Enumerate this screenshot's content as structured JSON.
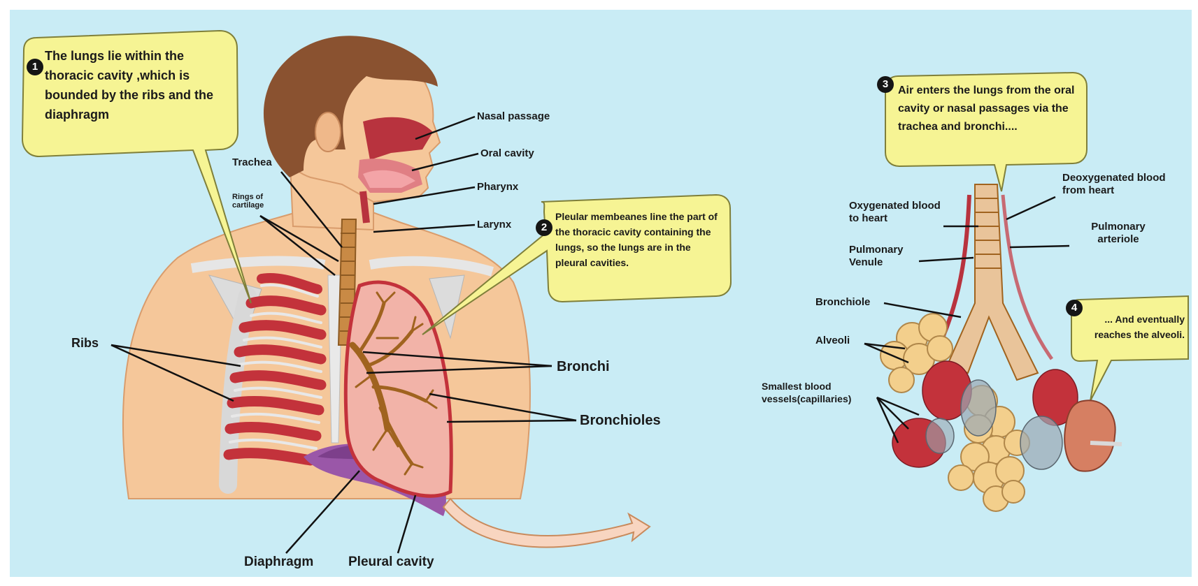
{
  "callouts": [
    {
      "number": "1",
      "text": "The lungs lie within the thoracic cavity ,which is bounded by the ribs and the diaphragm"
    },
    {
      "number": "2",
      "text": "Pleular membeanes line the part of the thoracic cavity containing the lungs, so the lungs are in the pleural cavities."
    },
    {
      "number": "3",
      "text": "Air enters the lungs from the oral cavity or nasal passages via the trachea and bronchi...."
    },
    {
      "number": "4",
      "text": "... And eventually reaches the alveoli."
    }
  ],
  "labels": {
    "nasal_passage": "Nasal passage",
    "oral_cavity": "Oral cavity",
    "pharynx": "Pharynx",
    "larynx": "Larynx",
    "trachea": "Trachea",
    "rings_of_cartilage": "Rings of cartilage",
    "ribs": "Ribs",
    "bronchi": "Bronchi",
    "bronchioles": "Bronchioles",
    "diaphragm": "Diaphragm",
    "pleural_cavity": "Pleural cavity",
    "deoxygenated": "Deoxygenated blood from heart",
    "oxygenated": "Oxygenated blood to heart",
    "pulmonary_arteriole": "Pulmonary arteriole",
    "pulmonary_venule": "Pulmonary Venule",
    "bronchiole": "Bronchiole",
    "alveoli": "Alveoli",
    "capillaries": "Smallest blood vessels(capillaries)"
  },
  "colors": {
    "background": "#c9ecf5",
    "callout_fill": "#f6f494",
    "skin": "#f5c79a",
    "lung": "#f2b3a8",
    "muscle_red": "#c3323b",
    "diaphragm": "#9a57a8",
    "hair": "#8a5230",
    "alveoli": "#f3cf8c"
  }
}
